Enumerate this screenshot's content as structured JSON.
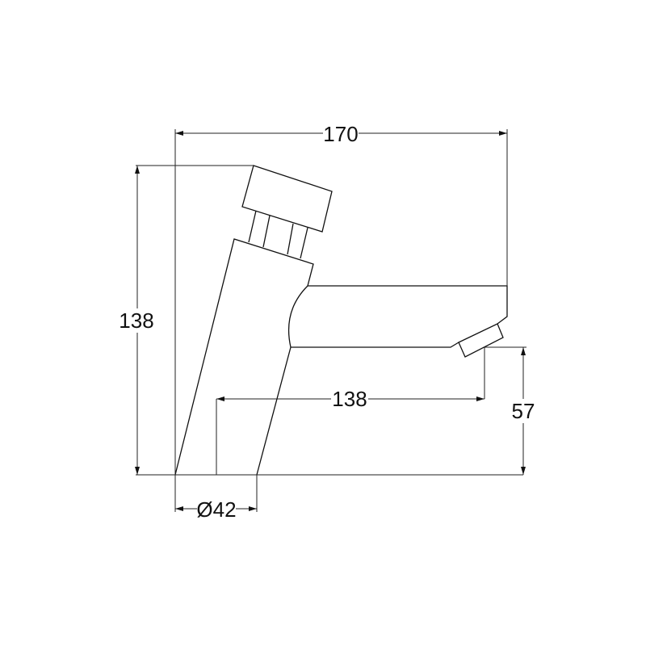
{
  "drawing": {
    "title": "Self-closing push tap side elevation",
    "dimensions": {
      "overall_length": "170",
      "overall_height": "138",
      "spout_reach": "138",
      "outlet_height": "57",
      "base_diameter": "Ø42"
    },
    "line_color": "#111111",
    "background": "#ffffff"
  }
}
